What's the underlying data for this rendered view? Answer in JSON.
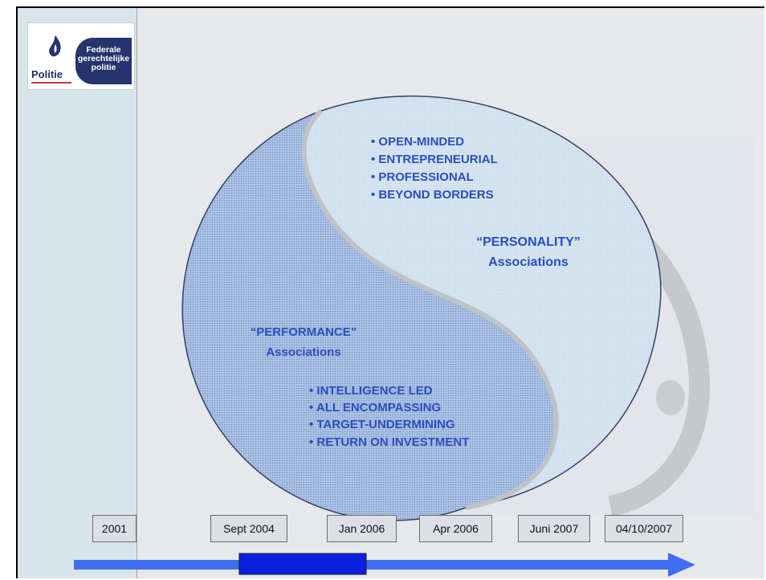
{
  "logo": {
    "word": "Politie",
    "badge_lines": [
      "Federale",
      "gerechtelijke",
      "politie"
    ]
  },
  "personality": {
    "items": [
      "OPEN-MINDED",
      "ENTREPRENEURIAL",
      "PROFESSIONAL",
      "BEYOND BORDERS"
    ],
    "heading": "“PERSONALITY”",
    "subheading": "Associations"
  },
  "performance": {
    "heading": "“PERFORMANCE”",
    "subheading": "Associations",
    "items": [
      "INTELLIGENCE LED",
      "ALL ENCOMPASSING",
      "TARGET-UNDERMINING",
      "RETURN ON INVESTMENT"
    ]
  },
  "timeline": {
    "dates": [
      "2001",
      "Sept 2004",
      "Jan 2006",
      "Apr 2006",
      "Juni 2007",
      "04/10/2007"
    ]
  },
  "colors": {
    "arrow": "#3f6ef0",
    "highlight_segment": "#0a1fe0",
    "text": "#2b4ec0"
  }
}
